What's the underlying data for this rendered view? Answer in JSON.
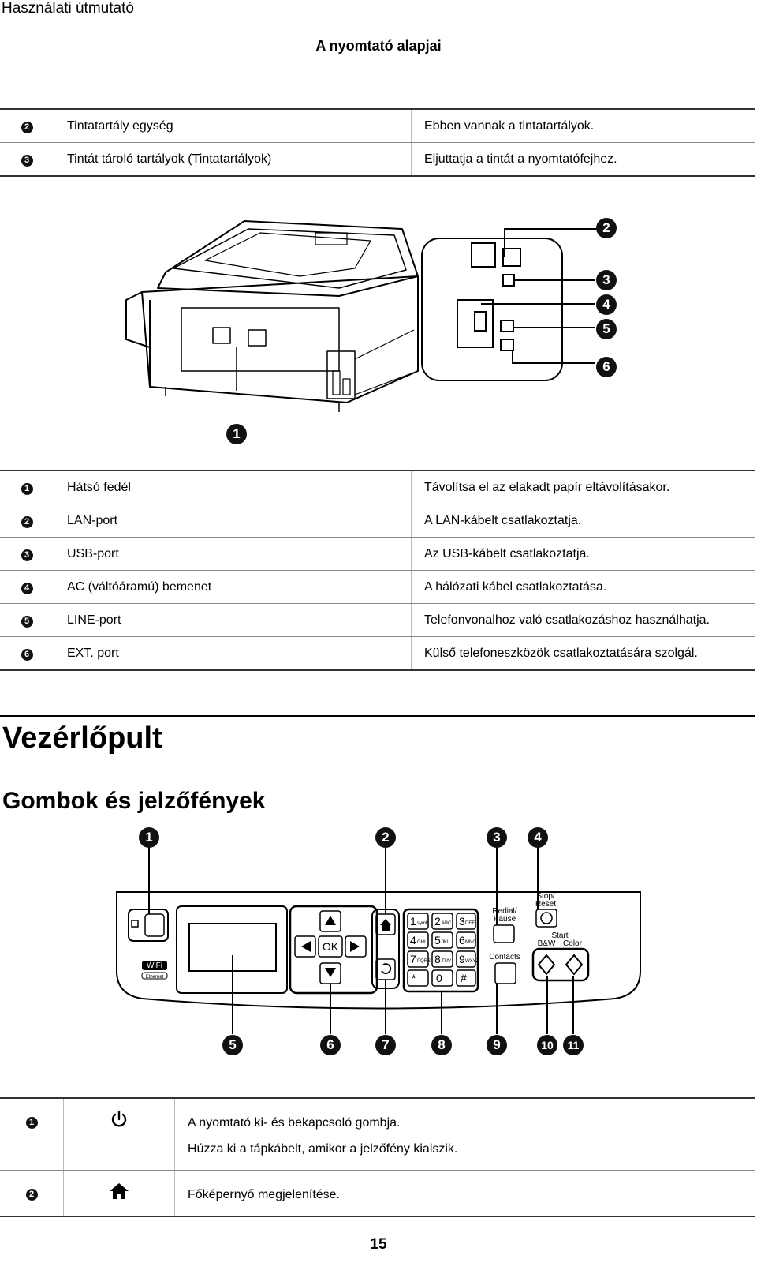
{
  "header": "Használati útmutató",
  "subtitle": "A nyomtató alapjai",
  "table1": [
    {
      "num": "2",
      "name": "Tintatartály egység",
      "desc": "Ebben vannak a tintatartályok."
    },
    {
      "num": "3",
      "name": "Tintát tároló tartályok (Tintatartályok)",
      "desc": "Eljuttatja a tintát a nyomtatófejhez."
    }
  ],
  "printer_callouts": [
    "1",
    "2",
    "3",
    "4",
    "5",
    "6"
  ],
  "table2": [
    {
      "num": "1",
      "name": "Hátsó fedél",
      "desc": "Távolítsa el az elakadt papír eltávolításakor."
    },
    {
      "num": "2",
      "name": "LAN-port",
      "desc": "A LAN-kábelt csatlakoztatja."
    },
    {
      "num": "3",
      "name": "USB-port",
      "desc": "Az USB-kábelt csatlakoztatja."
    },
    {
      "num": "4",
      "name": "AC (váltóáramú) bemenet",
      "desc": "A hálózati kábel csatlakoztatása."
    },
    {
      "num": "5",
      "name": "LINE-port",
      "desc": "Telefonvonalhoz való csatlakozáshoz használhatja."
    },
    {
      "num": "6",
      "name": "EXT. port",
      "desc": "Külső telefoneszközök csatlakoztatására szolgál."
    }
  ],
  "section_title": "Vezérlőpult",
  "subsection_title": "Gombok és jelzőfények",
  "panel": {
    "callouts_top": [
      "1",
      "2",
      "3",
      "4"
    ],
    "callouts_bottom": [
      "5",
      "6",
      "7",
      "8",
      "9",
      "10",
      "11"
    ],
    "ok_label": "OK",
    "wifi_label": "WiFi",
    "ethernet_label": "Ethernet",
    "keys": [
      "1",
      "2",
      "3",
      "4",
      "5",
      "6",
      "7",
      "8",
      "9",
      "*",
      "0",
      "#"
    ],
    "key_letters": [
      "symb",
      "ABC",
      "DEF",
      "GHI",
      "JKL",
      "MNO",
      "PQRS",
      "TUV",
      "WXYZ",
      "",
      "",
      ""
    ],
    "redial_label_1": "Redial/",
    "redial_label_2": "Pause",
    "contacts_label": "Contacts",
    "stop_label_1": "Stop/",
    "stop_label_2": "Reset",
    "start_label": "Start",
    "bw_label": "B&W",
    "color_label": "Color"
  },
  "table3": [
    {
      "num": "1",
      "icon": "power-icon",
      "lines": [
        "A nyomtató ki- és bekapcsoló gombja.",
        "Húzza ki a tápkábelt, amikor a jelzőfény kialszik."
      ]
    },
    {
      "num": "2",
      "icon": "home-icon",
      "lines": [
        "Főképernyő megjelenítése."
      ]
    }
  ],
  "page_number": "15"
}
